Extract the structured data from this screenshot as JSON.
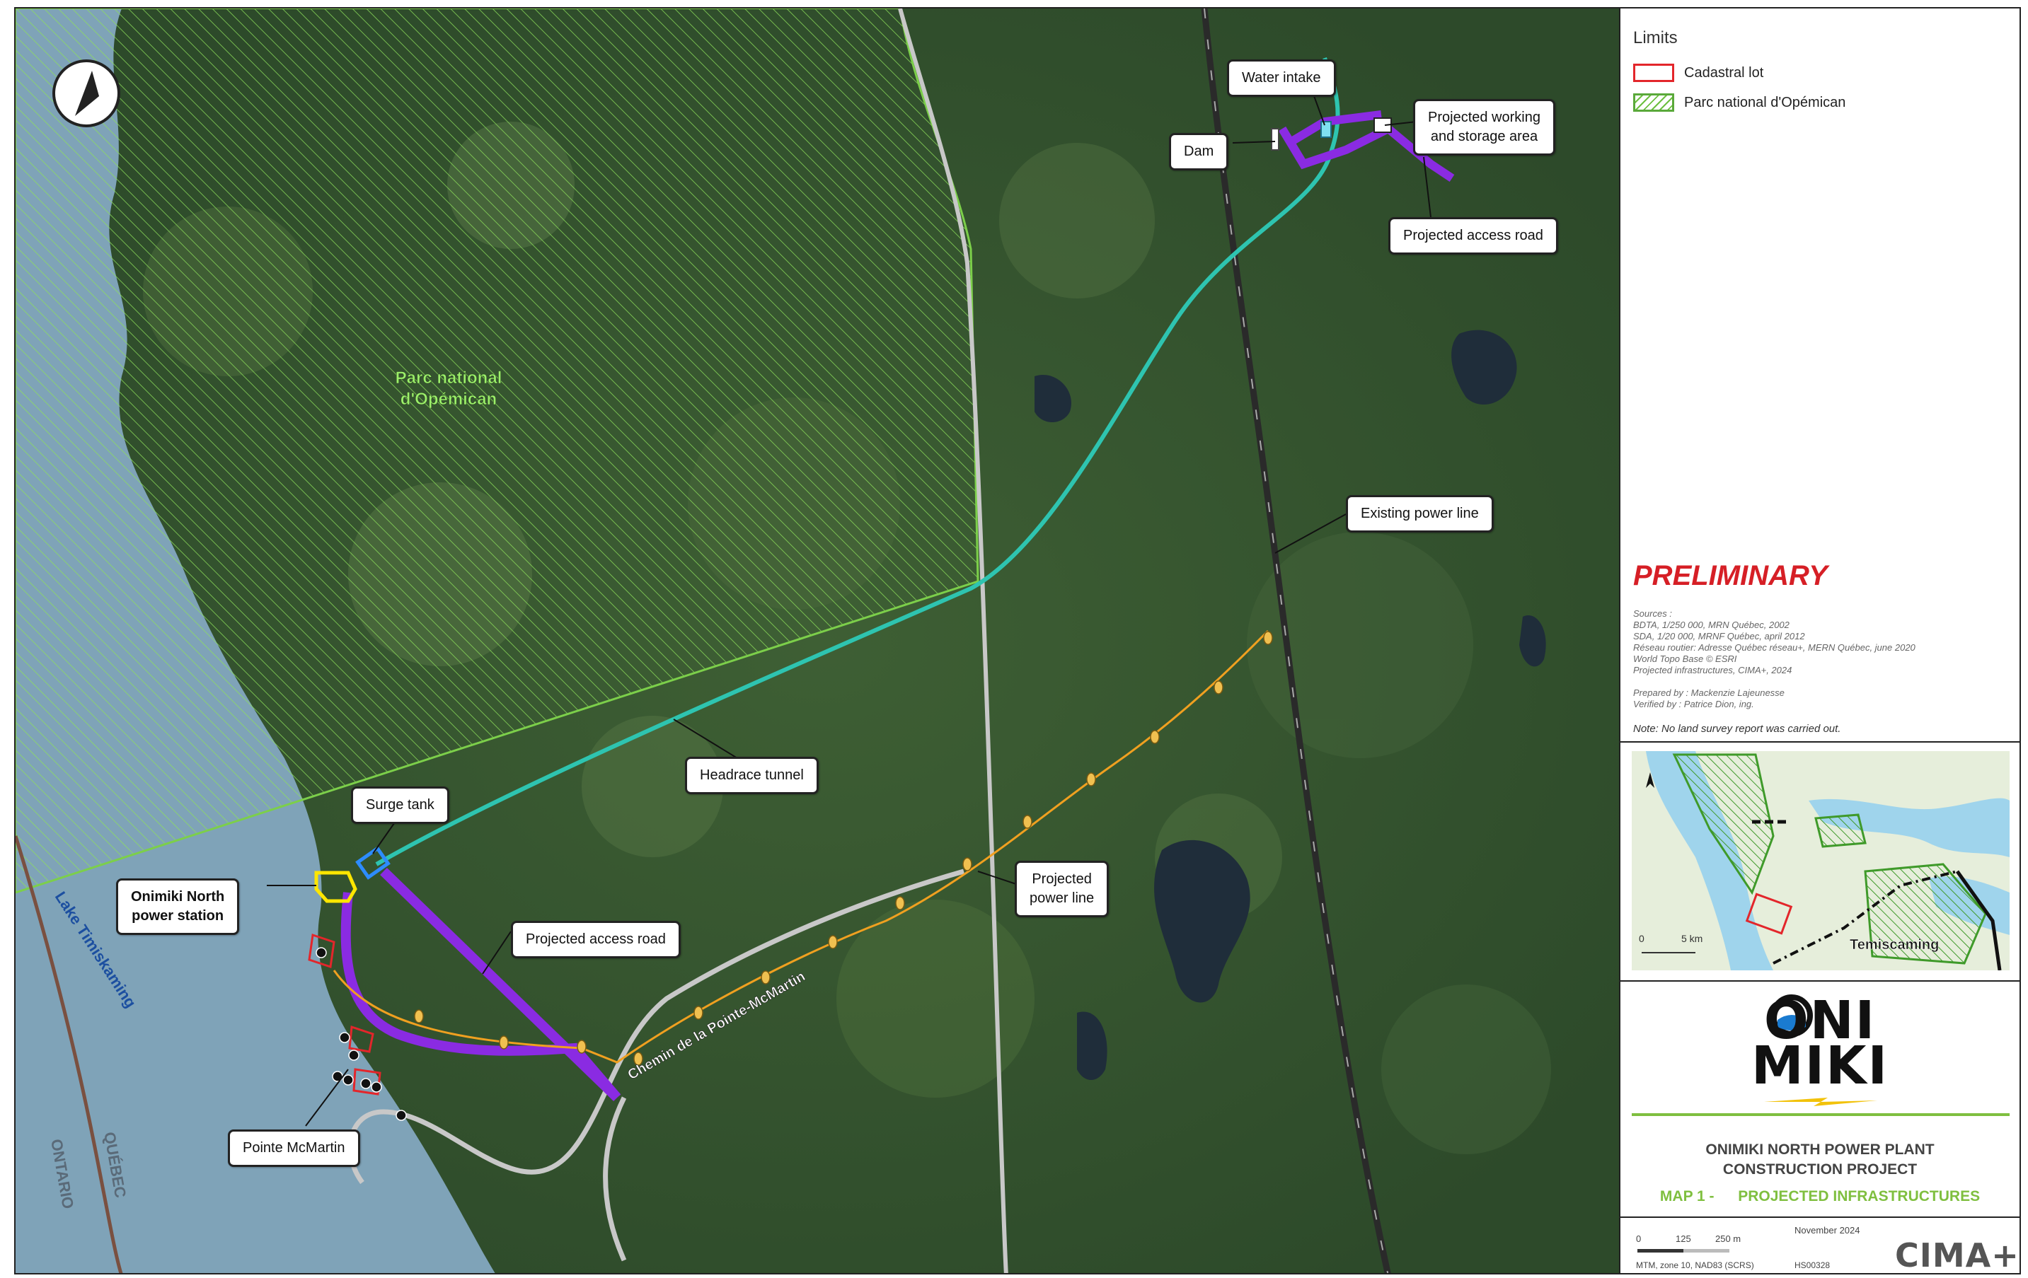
{
  "map": {
    "park_label_line1": "Parc national",
    "park_label_line2": "d'Opémican",
    "lake_label": "Lake Timiskaming",
    "ontario_label": "ONTARIO",
    "quebec_label": "QUÉBEC",
    "road_label": "Chemin de la Pointe-McMartin",
    "callouts": {
      "water_intake": "Water intake",
      "dam": "Dam",
      "working_area_line1": "Projected working",
      "working_area_line2": "and storage area",
      "access_road_ne": "Projected access road",
      "existing_power_line": "Existing power line",
      "headrace_tunnel": "Headrace tunnel",
      "surge_tank": "Surge tank",
      "power_station_line1": "Onimiki North",
      "power_station_line2": "power station",
      "access_road_sw": "Projected access road",
      "power_line_line1": "Projected",
      "power_line_line2": "power line",
      "pointe": "Pointe McMartin"
    },
    "colors": {
      "tunnel": "#2ec4b0",
      "access_road": "#8a2be2",
      "power_line": "#f0a020",
      "cadastral": "#e3262b",
      "park": "#7ccf4a",
      "station": "#ffe600",
      "surge_tank": "#2d8cff",
      "water": "#7fa3b8",
      "road": "#c8c8c8"
    }
  },
  "legend": {
    "title": "Limits",
    "cadastral": "Cadastral lot",
    "park": "Parc national d'Opémican"
  },
  "preliminary": "PRELIMINARY",
  "sources": {
    "heading": "Sources :",
    "lines": [
      "BDTA, 1/250 000, MRN Québec, 2002",
      "SDA, 1/20 000, MRNF Québec, april 2012",
      "Réseau routier: Adresse Québec réseau+, MERN Québec, june 2020",
      "World Topo Base © ESRI",
      "Projected infrastructures, CIMA+, 2024"
    ],
    "prepared": "Prepared by : Mackenzie Lajeunesse",
    "verified": "Verified by : Patrice Dion, ing."
  },
  "note": "Note: No land survey report was carried out.",
  "inset": {
    "scale_zero": "0",
    "scale_label": "5 km",
    "town": "Temiscaming"
  },
  "logo": {
    "line1": "ONI",
    "line2": "MIKI"
  },
  "project_title": {
    "line1": "ONIMIKI NORTH POWER PLANT",
    "line2": "CONSTRUCTION PROJECT"
  },
  "map_title": {
    "number": "MAP 1 -",
    "name": "PROJECTED INFRASTRUCTURES"
  },
  "footer": {
    "scale_0": "0",
    "scale_125": "125",
    "scale_250": "250 m",
    "projection": "MTM, zone 10, NAD83 (SCRS)",
    "date": "November 2024",
    "file": "HS00328",
    "company": "CIMA+"
  }
}
